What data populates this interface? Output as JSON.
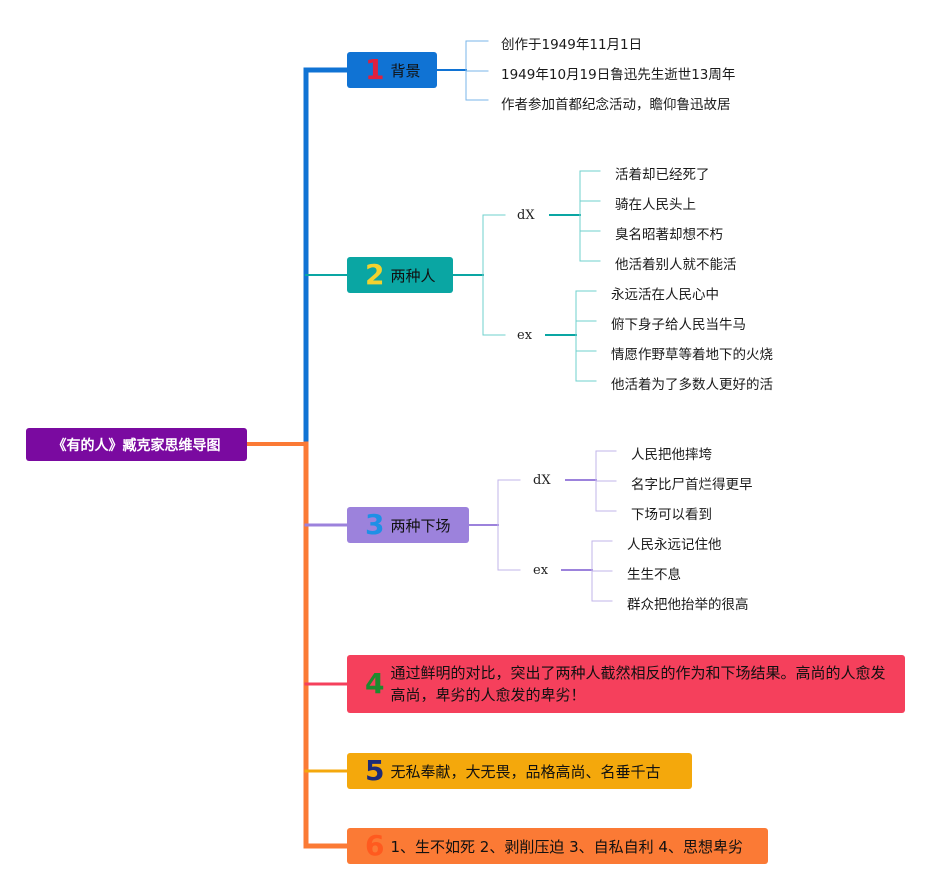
{
  "root": {
    "label": "《有的人》臧克家思维导图"
  },
  "sections": [
    {
      "num": "1",
      "label": "背景",
      "color": "#1073d4",
      "num_color": "#e0213e",
      "items": [
        "创作于1949年11月1日",
        "1949年10月19日鲁迅先生逝世13周年",
        "作者参加首都纪念活动，瞻仰鲁迅故居"
      ]
    },
    {
      "num": "2",
      "label": "两种人",
      "color": "#0aa6a3",
      "num_color": "#f2d22e",
      "groups": [
        {
          "label": "dX",
          "items": [
            "活着却已经死了",
            "骑在人民头上",
            "臭名昭著却想不朽",
            "他活着别人就不能活"
          ]
        },
        {
          "label": "ex",
          "items": [
            "永远活在人民心中",
            "俯下身子给人民当牛马",
            "情愿作野草等着地下的火烧",
            "他活着为了多数人更好的活"
          ]
        }
      ]
    },
    {
      "num": "3",
      "label": "两种下场",
      "color": "#9c82dc",
      "num_color": "#1e90e6",
      "groups": [
        {
          "label": "dX",
          "items": [
            "人民把他摔垮",
            "名字比尸首烂得更早",
            "下场可以看到"
          ]
        },
        {
          "label": "ex",
          "items": [
            "人民永远记住他",
            "生生不息",
            "群众把他抬举的很高"
          ]
        }
      ]
    },
    {
      "num": "4",
      "label": "通过鲜明的对比，突出了两种人截然相反的作为和下场结果。高尚的人愈发高尚，卑劣的人愈发的卑劣！",
      "color": "#f5405c",
      "num_color": "#1d8a2e"
    },
    {
      "num": "5",
      "label": "无私奉献，大无畏，品格高尚、名垂千古",
      "color": "#f4a80c",
      "num_color": "#1c2a78"
    },
    {
      "num": "6",
      "label": "1、生不如死 2、剥削压迫 3、自私自利 4、思想卑劣",
      "color": "#fb7a35",
      "num_color": "#ff5a1f"
    }
  ]
}
